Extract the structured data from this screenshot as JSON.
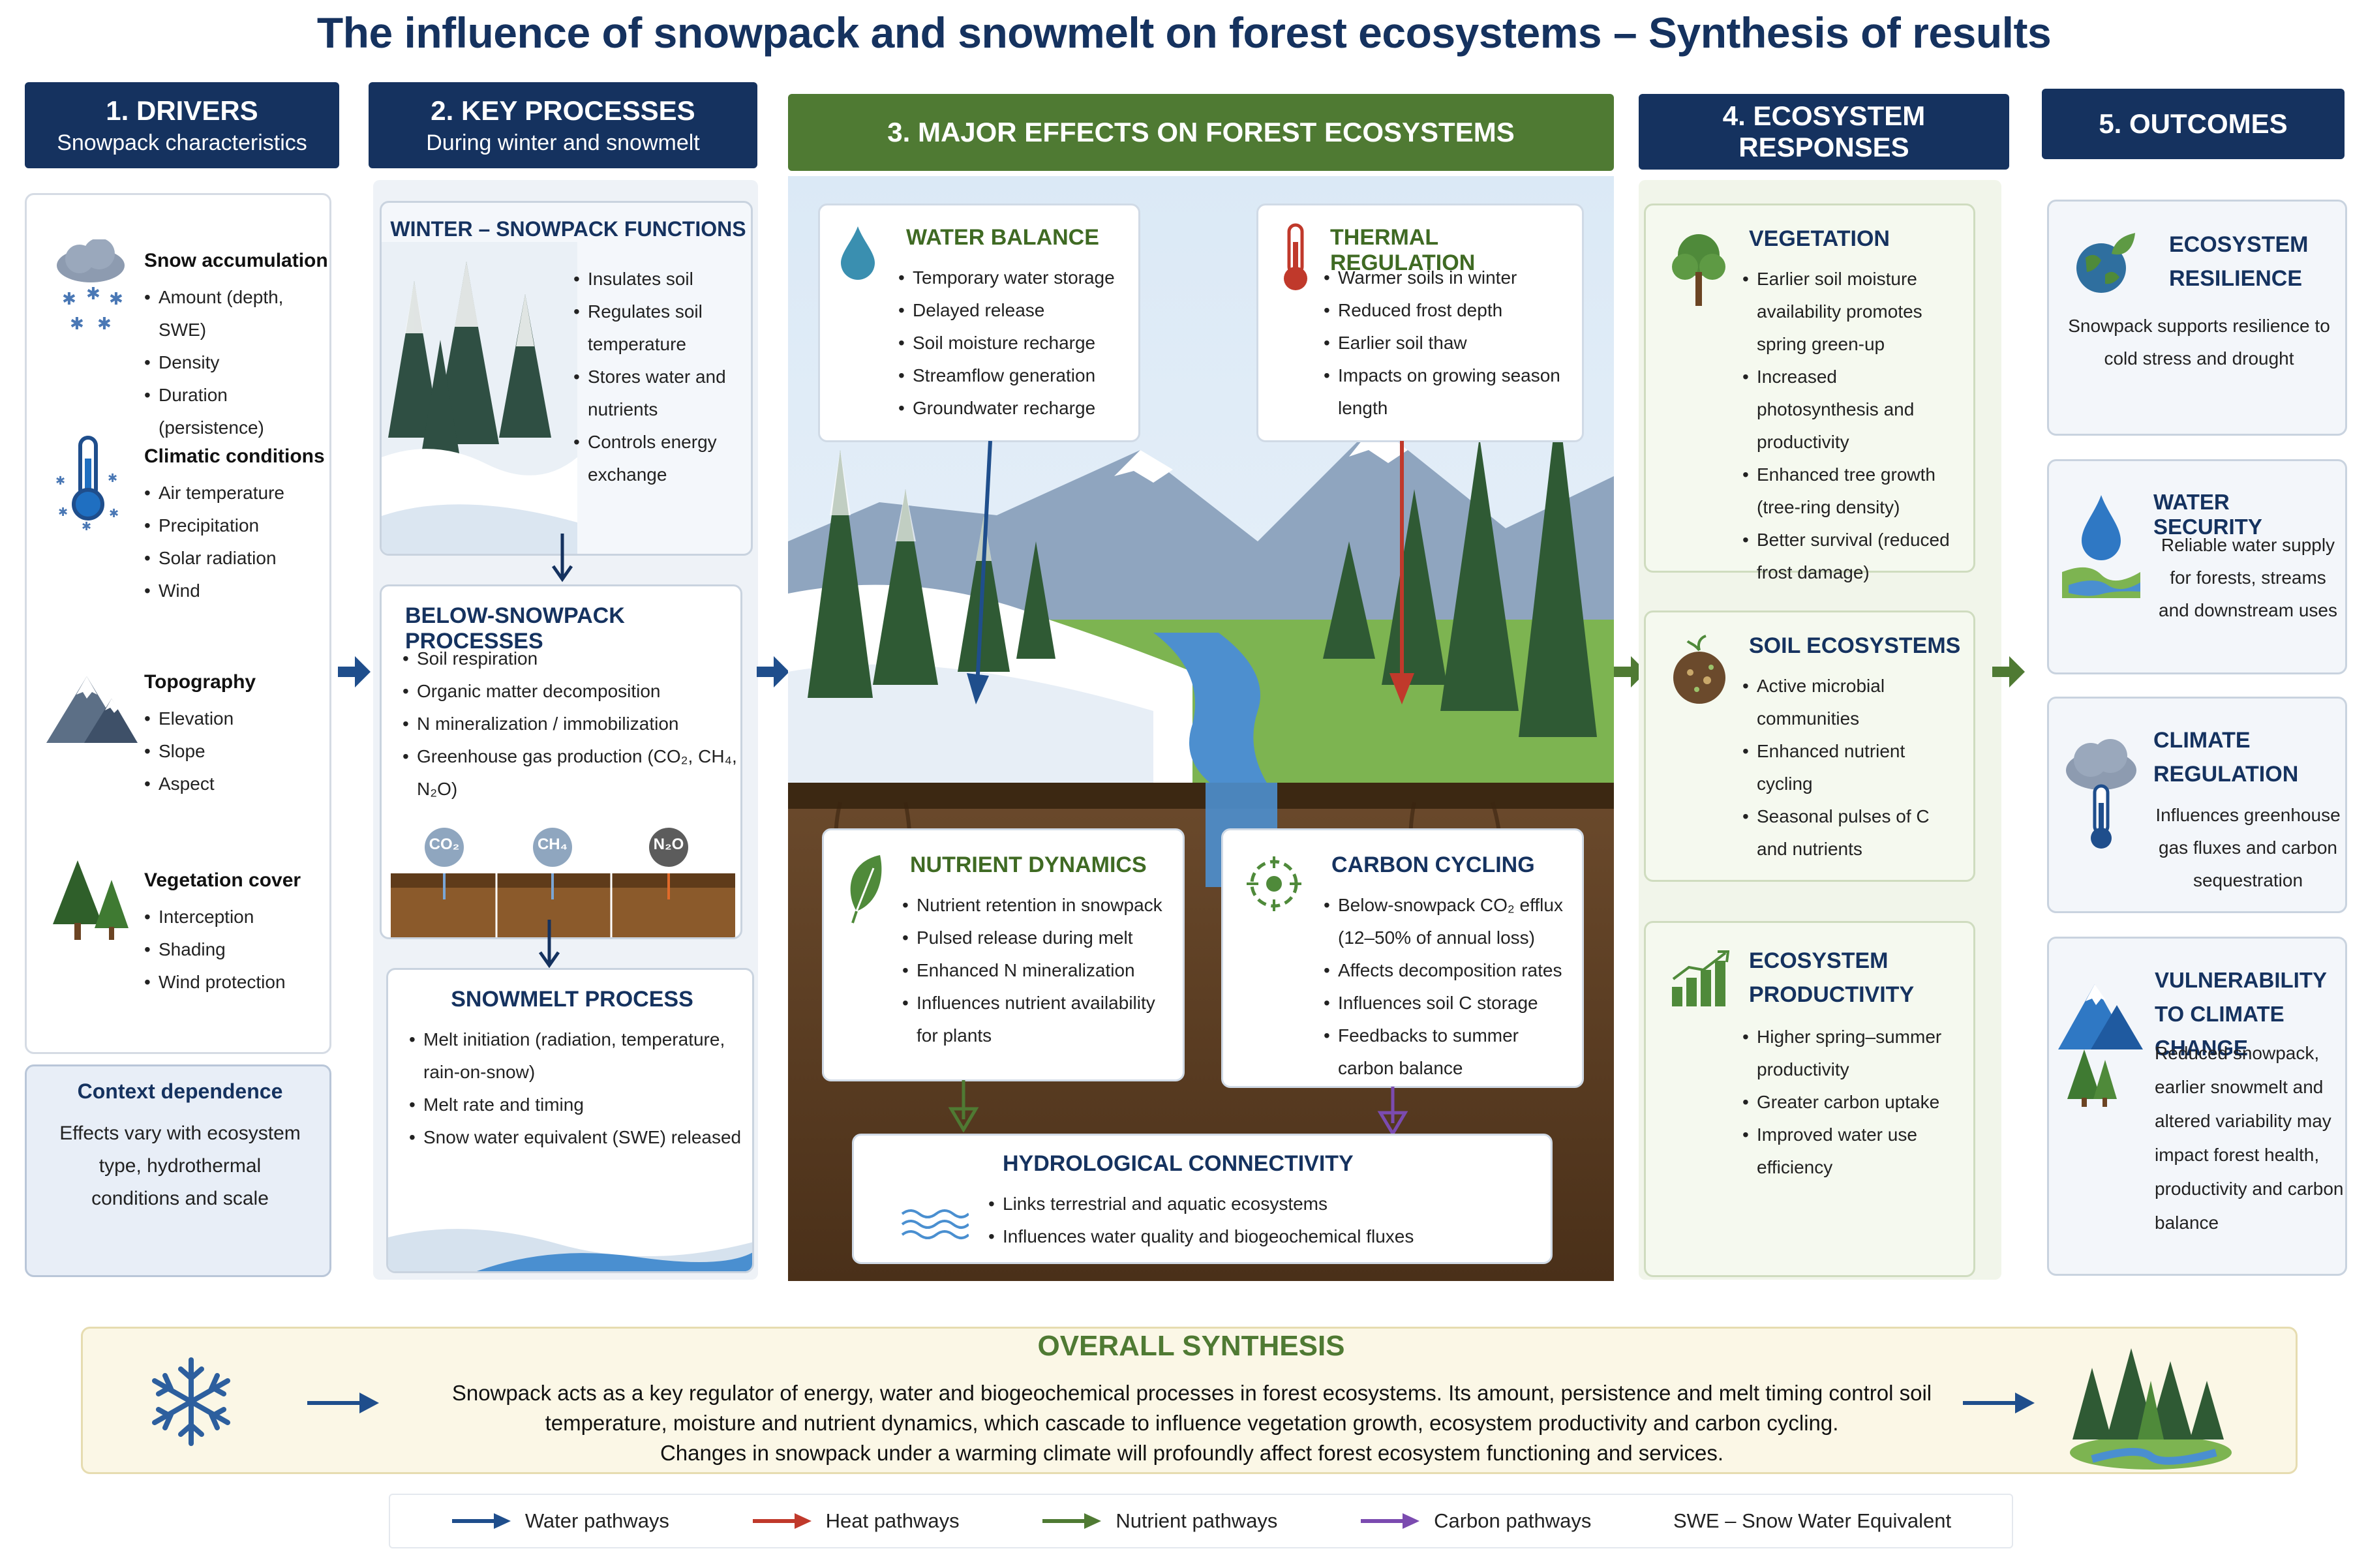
{
  "title": "The influence of snowpack and snowmelt on forest ecosystems – Synthesis of results",
  "columns": {
    "drivers": {
      "title": "1. DRIVERS",
      "subtitle": "Snowpack characteristics"
    },
    "processes": {
      "title": "2. KEY PROCESSES",
      "subtitle": "During winter and snowmelt"
    },
    "effects": {
      "title": "3. MAJOR EFFECTS ON FOREST ECOSYSTEMS"
    },
    "responses": {
      "title": "4. ECOSYSTEM RESPONSES"
    },
    "outcomes": {
      "title": "5. OUTCOMES"
    }
  },
  "drivers": [
    {
      "title": "Snow accumulation",
      "icon": "snow-cloud-icon",
      "items": [
        "Amount (depth, SWE)",
        "Density",
        "Duration (persistence)"
      ]
    },
    {
      "title": "Climatic conditions",
      "icon": "thermometer-icon",
      "items": [
        "Air temperature",
        "Precipitation",
        "Solar radiation",
        "Wind"
      ]
    },
    {
      "title": "Topography",
      "icon": "mountain-icon",
      "items": [
        "Elevation",
        "Slope",
        "Aspect"
      ]
    },
    {
      "title": "Vegetation cover",
      "icon": "trees-icon",
      "items": [
        "Interception",
        "Shading",
        "Wind protection"
      ]
    }
  ],
  "context": {
    "title": "Context dependence",
    "text": "Effects vary with ecosystem type, hydrothermal conditions and scale"
  },
  "winter": {
    "title": "WINTER – SNOWPACK FUNCTIONS",
    "items": [
      "Insulates soil",
      "Regulates soil temperature",
      "Stores water and nutrients",
      "Controls energy exchange"
    ]
  },
  "below": {
    "title": "BELOW-SNOWPACK PROCESSES",
    "items": [
      "Soil respiration",
      "Organic matter decomposition",
      "N mineralization / immobilization",
      "Greenhouse gas production (CO₂, CH₄, N₂O)"
    ],
    "gases": [
      "CO₂",
      "CH₄",
      "N₂O"
    ]
  },
  "snowmelt": {
    "title": "SNOWMELT PROCESS",
    "items": [
      "Melt initiation (radiation, temperature, rain-on-snow)",
      "Melt rate and timing",
      "Snow water equivalent (SWE) released"
    ]
  },
  "effects": {
    "water": {
      "title": "WATER BALANCE",
      "icon": "water-drop-icon",
      "items": [
        "Temporary water storage",
        "Delayed release",
        "Soil moisture recharge",
        "Streamflow generation",
        "Groundwater recharge"
      ]
    },
    "thermal": {
      "title": "THERMAL REGULATION",
      "icon": "thermometer-icon",
      "items": [
        "Warmer soils in winter",
        "Reduced frost depth",
        "Earlier soil thaw",
        "Impacts on growing season length"
      ]
    },
    "nutrient": {
      "title": "NUTRIENT DYNAMICS",
      "icon": "leaf-icon",
      "items": [
        "Nutrient retention in snowpack",
        "Pulsed release during melt",
        "Enhanced N mineralization",
        "Influences nutrient availability for plants"
      ]
    },
    "carbon": {
      "title": "CARBON CYCLING",
      "icon": "carbon-cycle-icon",
      "items": [
        "Below-snowpack CO₂ efflux (12–50% of annual loss)",
        "Affects decomposition rates",
        "Influences soil C storage",
        "Feedbacks to summer carbon balance"
      ]
    },
    "hydro": {
      "title": "HYDROLOGICAL CONNECTIVITY",
      "icon": "waves-icon",
      "items": [
        "Links terrestrial and aquatic ecosystems",
        "Influences water quality and biogeochemical fluxes"
      ]
    }
  },
  "responses": [
    {
      "title": "VEGETATION",
      "icon": "tree-icon",
      "items": [
        "Earlier soil moisture availability promotes spring green-up",
        "Increased photosynthesis and productivity",
        "Enhanced tree growth (tree-ring density)",
        "Better survival (reduced frost damage)"
      ]
    },
    {
      "title": "SOIL ECOSYSTEMS",
      "icon": "soil-icon",
      "items": [
        "Active microbial communities",
        "Enhanced nutrient cycling",
        "Seasonal pulses of C and nutrients"
      ]
    },
    {
      "title": "ECOSYSTEM PRODUCTIVITY",
      "icon": "growth-chart-icon",
      "items": [
        "Higher spring–summer productivity",
        "Greater carbon uptake",
        "Improved water use efficiency"
      ]
    }
  ],
  "outcomes": [
    {
      "title": "ECOSYSTEM RESILIENCE",
      "icon": "globe-leaf-icon",
      "text": "Snowpack supports resilience to cold stress and drought"
    },
    {
      "title": "WATER SECURITY",
      "icon": "water-river-icon",
      "text": "Reliable water supply for forests, streams and downstream uses"
    },
    {
      "title": "CLIMATE REGULATION",
      "icon": "cloud-thermometer-icon",
      "text": "Influences greenhouse gas fluxes and carbon sequestration"
    },
    {
      "title": "VULNERABILITY TO CLIMATE CHANGE",
      "icon": "mountain-tree-icon",
      "text": "Reduced snowpack, earlier snowmelt and altered variability may impact forest health, productivity and carbon balance"
    }
  ],
  "synthesis": {
    "title": "OVERALL SYNTHESIS",
    "lines": [
      "Snowpack acts as a key regulator of energy, water and biogeochemical processes in forest ecosystems. Its amount, persistence and melt timing control soil",
      "temperature, moisture and nutrient dynamics, which cascade to influence vegetation growth, ecosystem productivity and carbon cycling.",
      "Changes in snowpack under a warming climate will profoundly affect forest ecosystem functioning and services."
    ]
  },
  "legend": [
    {
      "label": "Water pathways",
      "color": "#1f4e8c"
    },
    {
      "label": "Heat pathways",
      "color": "#c0392b"
    },
    {
      "label": "Nutrient pathways",
      "color": "#4f7a33"
    },
    {
      "label": "Carbon pathways",
      "color": "#7b4bb0"
    },
    {
      "label": "SWE – Snow Water Equivalent"
    }
  ],
  "colors": {
    "navy": "#15325f",
    "green": "#4f7a33",
    "water": "#1f4e8c",
    "heat": "#c0392b",
    "nutrient": "#4f7a33",
    "carbon": "#7b4bb0"
  }
}
